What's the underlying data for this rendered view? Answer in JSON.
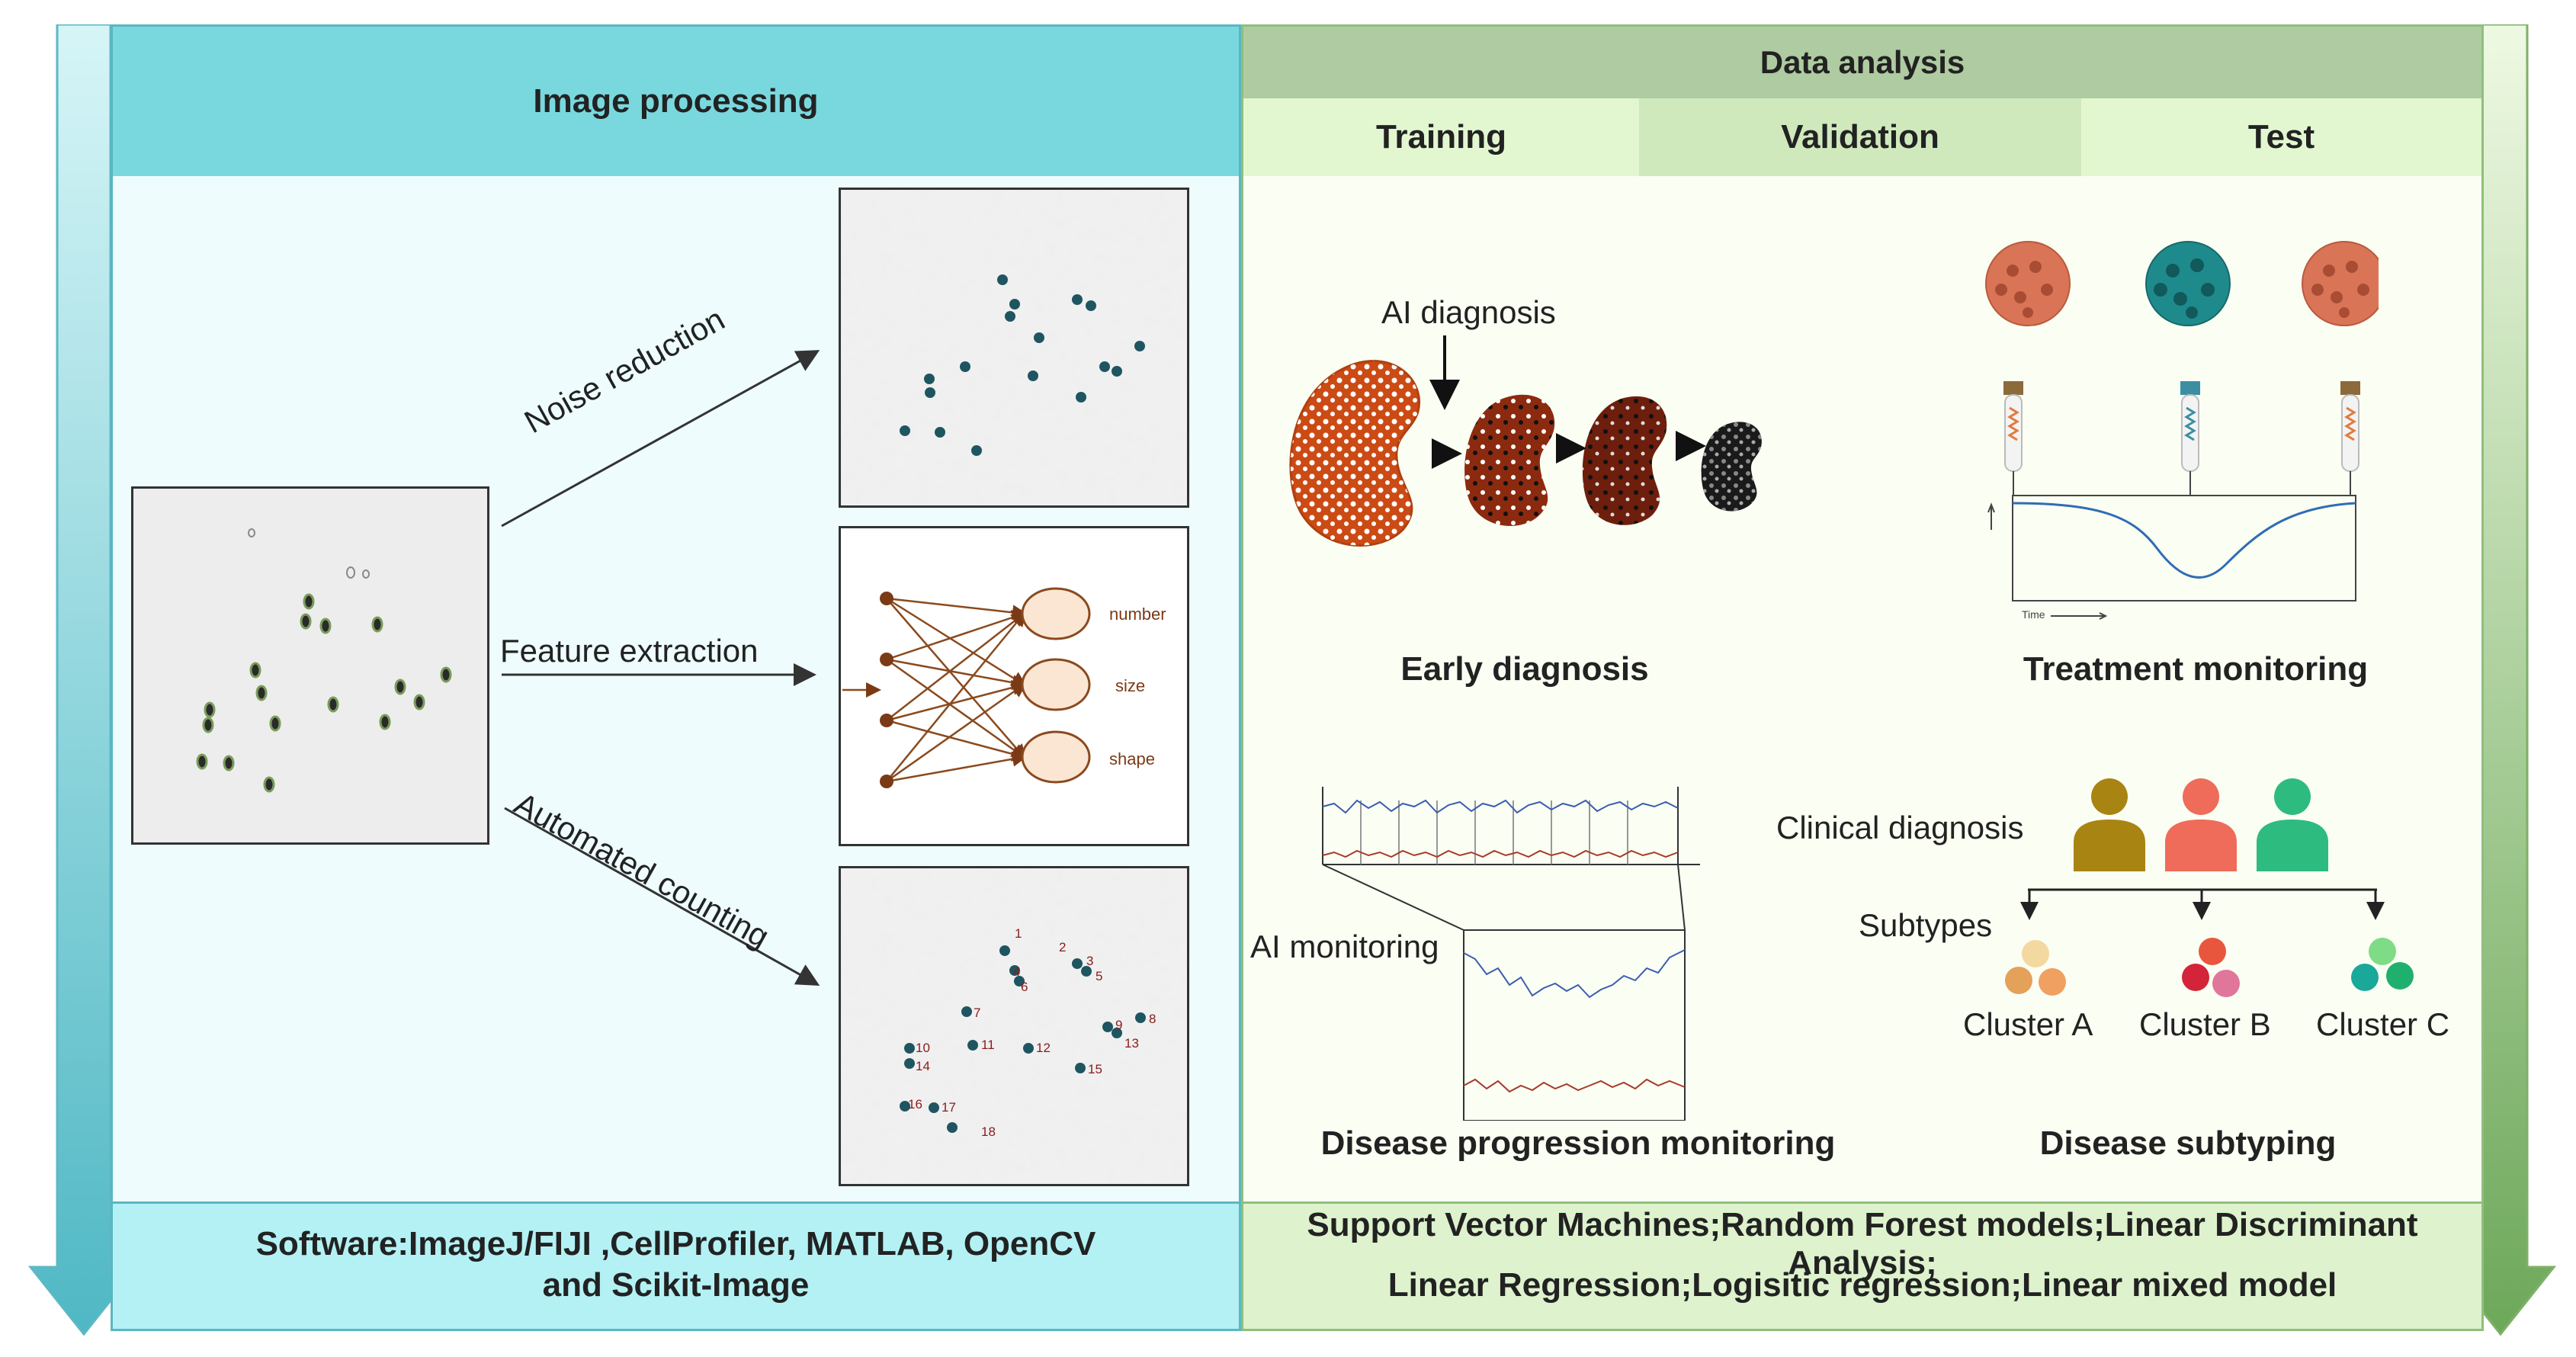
{
  "left_panel": {
    "header": "Image processing",
    "arrows": {
      "noise": "Noise reduction",
      "feature": "Feature extraction",
      "counting": "Automated counting"
    },
    "feature_labels": [
      "number",
      "size",
      "shape"
    ],
    "footer_line1": "Software:ImageJ/FIJI ,CellProfiler, MATLAB,  OpenCV",
    "footer_line2": "and Scikit-Image",
    "cell_numbers": [
      "1",
      "2",
      "3",
      "4",
      "5",
      "6",
      "7",
      "8",
      "9",
      "10",
      "11",
      "12",
      "13",
      "14",
      "15",
      "16",
      "17",
      "18"
    ]
  },
  "right_panel": {
    "header": "Data analysis",
    "tabs": [
      "Training",
      "Validation",
      "Test"
    ],
    "ai_diagnosis": "AI diagnosis",
    "early_diagnosis": "Early diagnosis",
    "treatment_monitoring": "Treatment monitoring",
    "time_label": "Time",
    "ai_monitoring": "AI monitoring",
    "disease_progression": "Disease progression monitoring",
    "clinical_diagnosis": "Clinical diagnosis",
    "subtypes": "Subtypes",
    "clusters": [
      "Cluster A",
      "Cluster B",
      "Cluster C"
    ],
    "disease_subtyping": "Disease subtyping",
    "footer_line1": "Support Vector Machines;Random Forest models;Linear Discriminant Analysis;",
    "footer_line2": "Linear Regression;Logisitic regression;Linear mixed model"
  },
  "colors": {
    "teal_header": "#79d8de",
    "teal_light": "#eefcfd",
    "teal_footer": "#b3f1f4",
    "green_header": "#aecba1",
    "green_tab": "#e2f7d0",
    "green_tab_mid": "#cfe9bd",
    "green_light": "#fbfef3",
    "green_footer": "#ddf2cd",
    "cell": "#1f5561",
    "kidney1": "#cc4a14",
    "kidney2": "#8c2a10",
    "kidney3": "#6e1e0c",
    "person1": "#a88412",
    "person2": "#ef6b5a",
    "person3": "#2dbb80"
  }
}
